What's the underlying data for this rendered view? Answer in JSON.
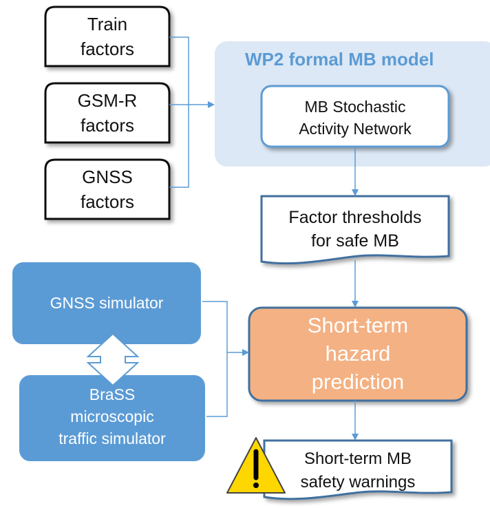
{
  "factors": {
    "train": [
      "Train",
      "factors"
    ],
    "gsmr": [
      "GSM-R",
      "factors"
    ],
    "gnss": [
      "GNSS",
      "factors"
    ]
  },
  "wp2": {
    "title": "WP2 formal MB model",
    "san": [
      "MB Stochastic",
      "Activity Network"
    ]
  },
  "thresholds": [
    "Factor thresholds",
    "for safe MB"
  ],
  "simulators": {
    "gnss": "GNSS simulator",
    "brass": [
      "BraSS",
      "microscopic",
      "traffic simulator"
    ]
  },
  "hazard": [
    "Short-term",
    "hazard",
    "prediction"
  ],
  "warnings": [
    "Short-term MB",
    "safety warnings"
  ],
  "colors": {
    "panel": "#dce8f5",
    "panel_title": "#5b9bd5",
    "box_border": "#3f6f9f",
    "sim_fill": "#5b9bd5",
    "hazard_fill": "#f4b183",
    "arrow": "#5b9bd5",
    "warning_fill": "#ffd700"
  }
}
